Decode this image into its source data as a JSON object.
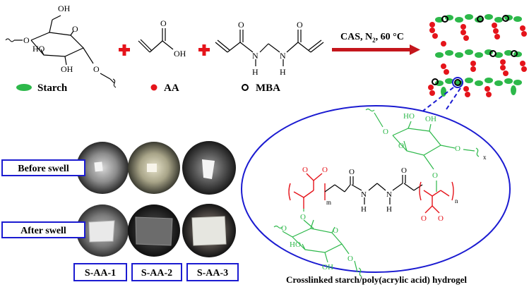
{
  "reactants": {
    "sugar_labels": {
      "oh_top": "OH",
      "o_ring": "O",
      "o_left": "O",
      "ho": "HO",
      "oh_bottom": "OH",
      "o_bottom": "O"
    },
    "aa_labels": {
      "o": "O",
      "oh": "OH"
    },
    "mba_labels": {
      "o_left": "O",
      "o_right": "O",
      "n_left": "N",
      "n_right": "N",
      "h_left": "H",
      "h_right": "H"
    }
  },
  "conditions": {
    "prefix": "CAS, N",
    "subscript": "2",
    "suffix": ", 60 °C"
  },
  "legend": {
    "starch": "Starch",
    "aa": "AA",
    "mba": "MBA"
  },
  "samples": {
    "before_label": "Before swell",
    "after_label": "After swell",
    "names": [
      "S-AA-1",
      "S-AA-2",
      "S-AA-3"
    ]
  },
  "structure": {
    "upper_sugar": {
      "ho": "HO",
      "oh": "OH",
      "o_ring": "O",
      "o_left": "O",
      "o_right": "O",
      "x": "x"
    },
    "lower_sugar": {
      "o_top": "O",
      "o_ring": "O",
      "ho": "HO",
      "oh": "OH",
      "o_bottom": "O",
      "o_left": "O"
    },
    "chain": {
      "m": "m",
      "n": "n",
      "n_left": "N",
      "n_right": "N",
      "h_left": "H",
      "h_right": "H",
      "o_amide_left": "O",
      "o_amide_right": "O"
    },
    "acids": {
      "o_left_top": "O",
      "o_left_bottom": "O",
      "o_right_top": "O",
      "o_right_bottom": "O"
    }
  },
  "caption": "Crosslinked starch/poly(acrylic acid) hydrogel",
  "colors": {
    "starch": "#2db84a",
    "aa": "#e5141b",
    "frame": "#1b1bd1",
    "arrow": "#c4161c"
  }
}
